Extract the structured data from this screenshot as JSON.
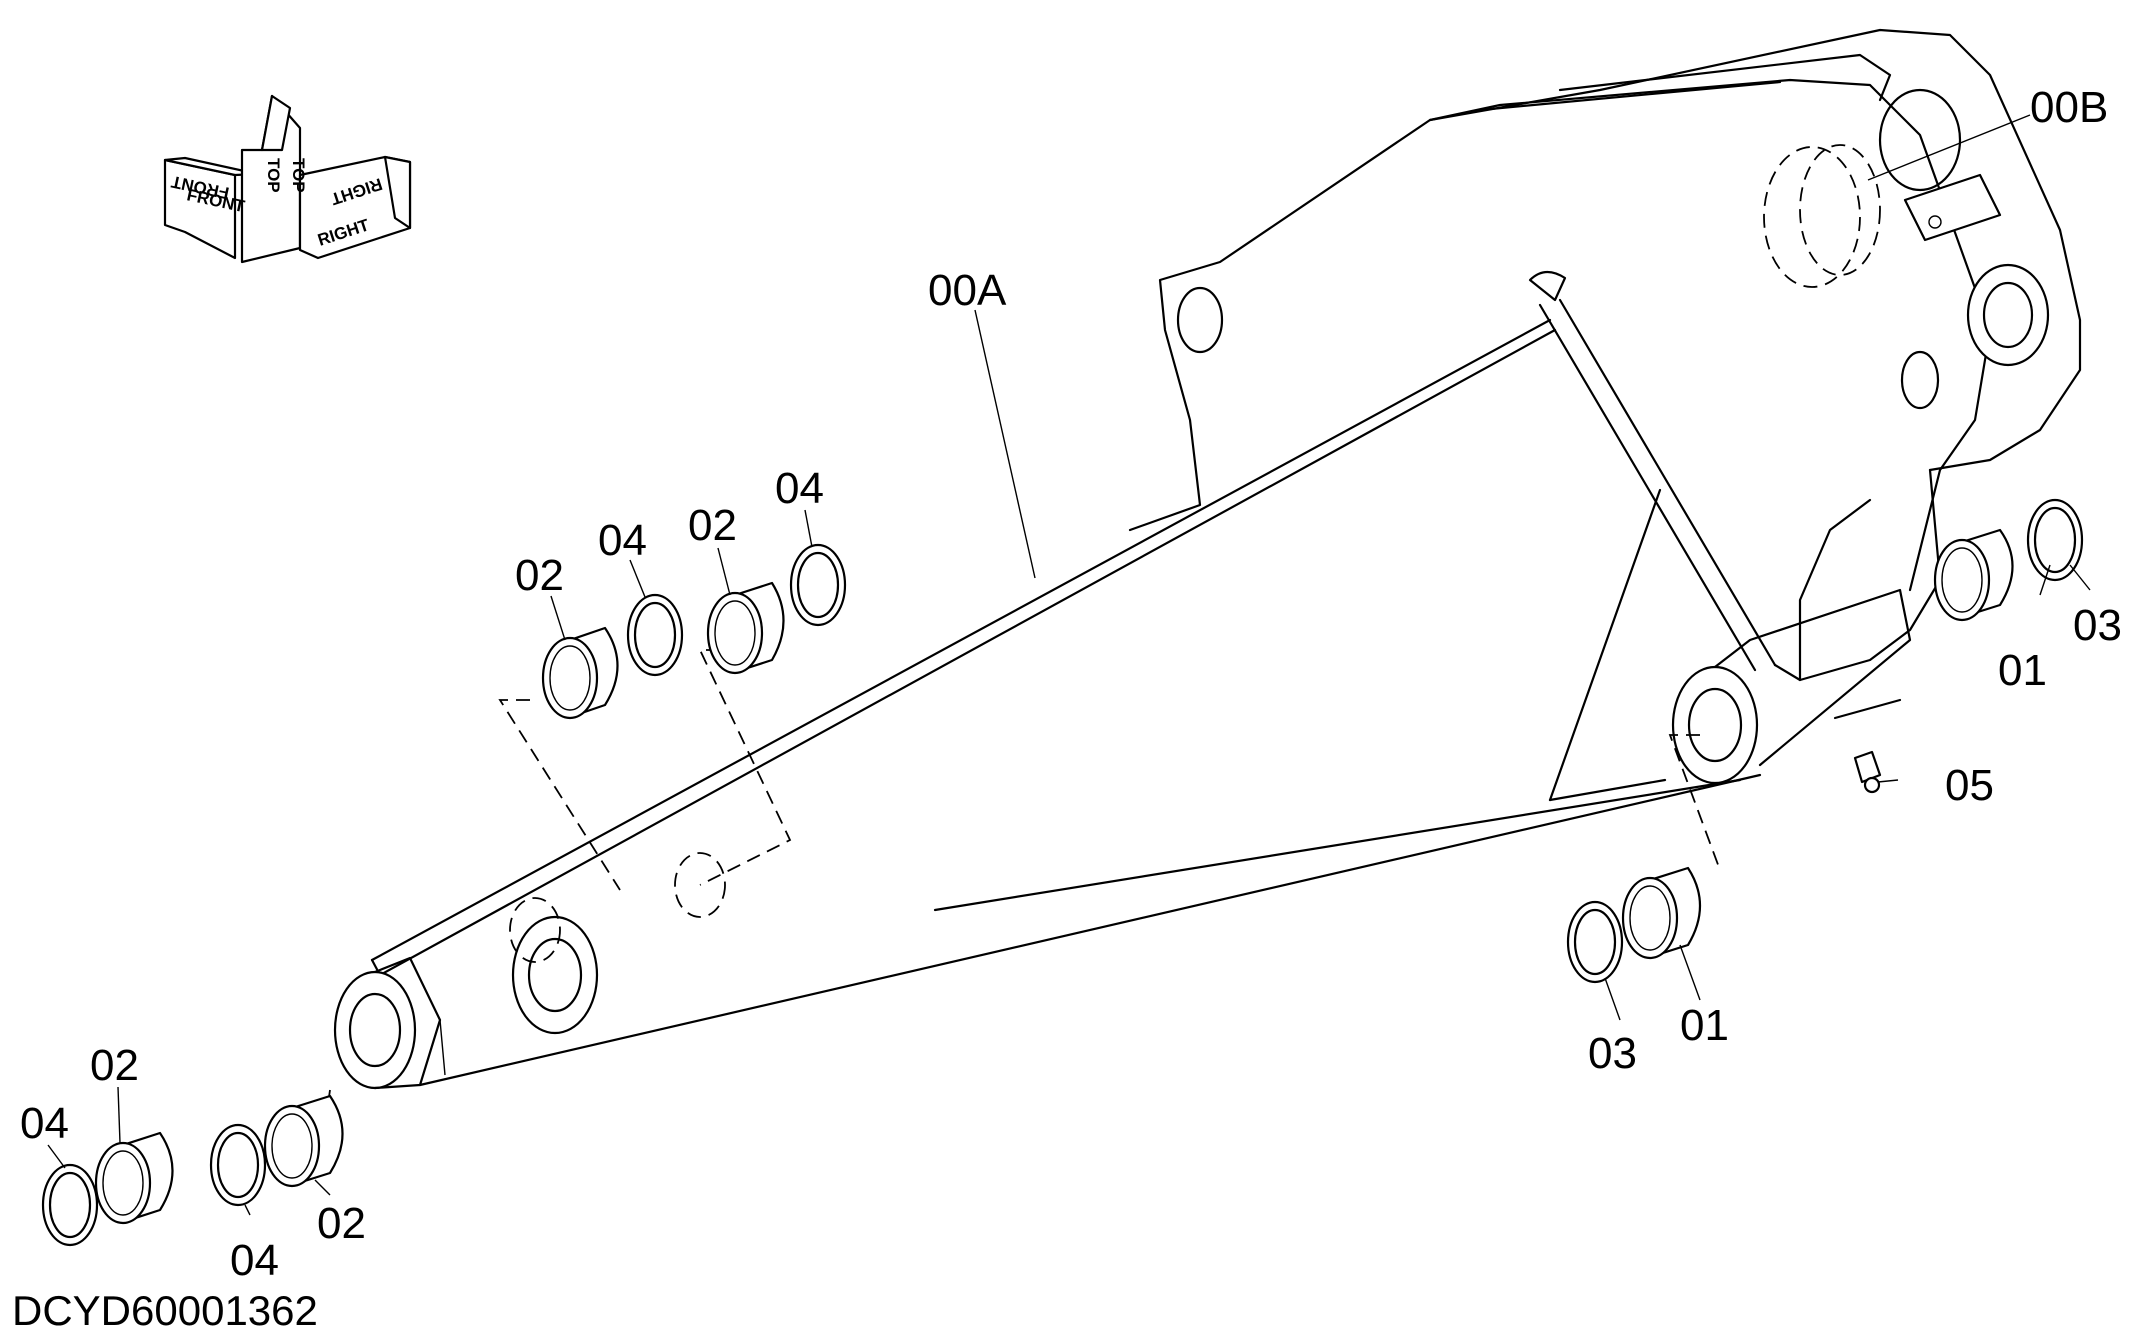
{
  "figure_id": "DCYD60001362",
  "orientation": {
    "front": "FRONT",
    "top": "TOP",
    "right": "RIGHT"
  },
  "callouts": {
    "c00A": "00A",
    "c00B": "00B",
    "c01a": "01",
    "c01b": "01",
    "c02a": "02",
    "c02b": "02",
    "c02c": "02",
    "c02d": "02",
    "c03a": "03",
    "c03b": "03",
    "c04a": "04",
    "c04b": "04",
    "c04c": "04",
    "c04d": "04",
    "c05": "05"
  }
}
